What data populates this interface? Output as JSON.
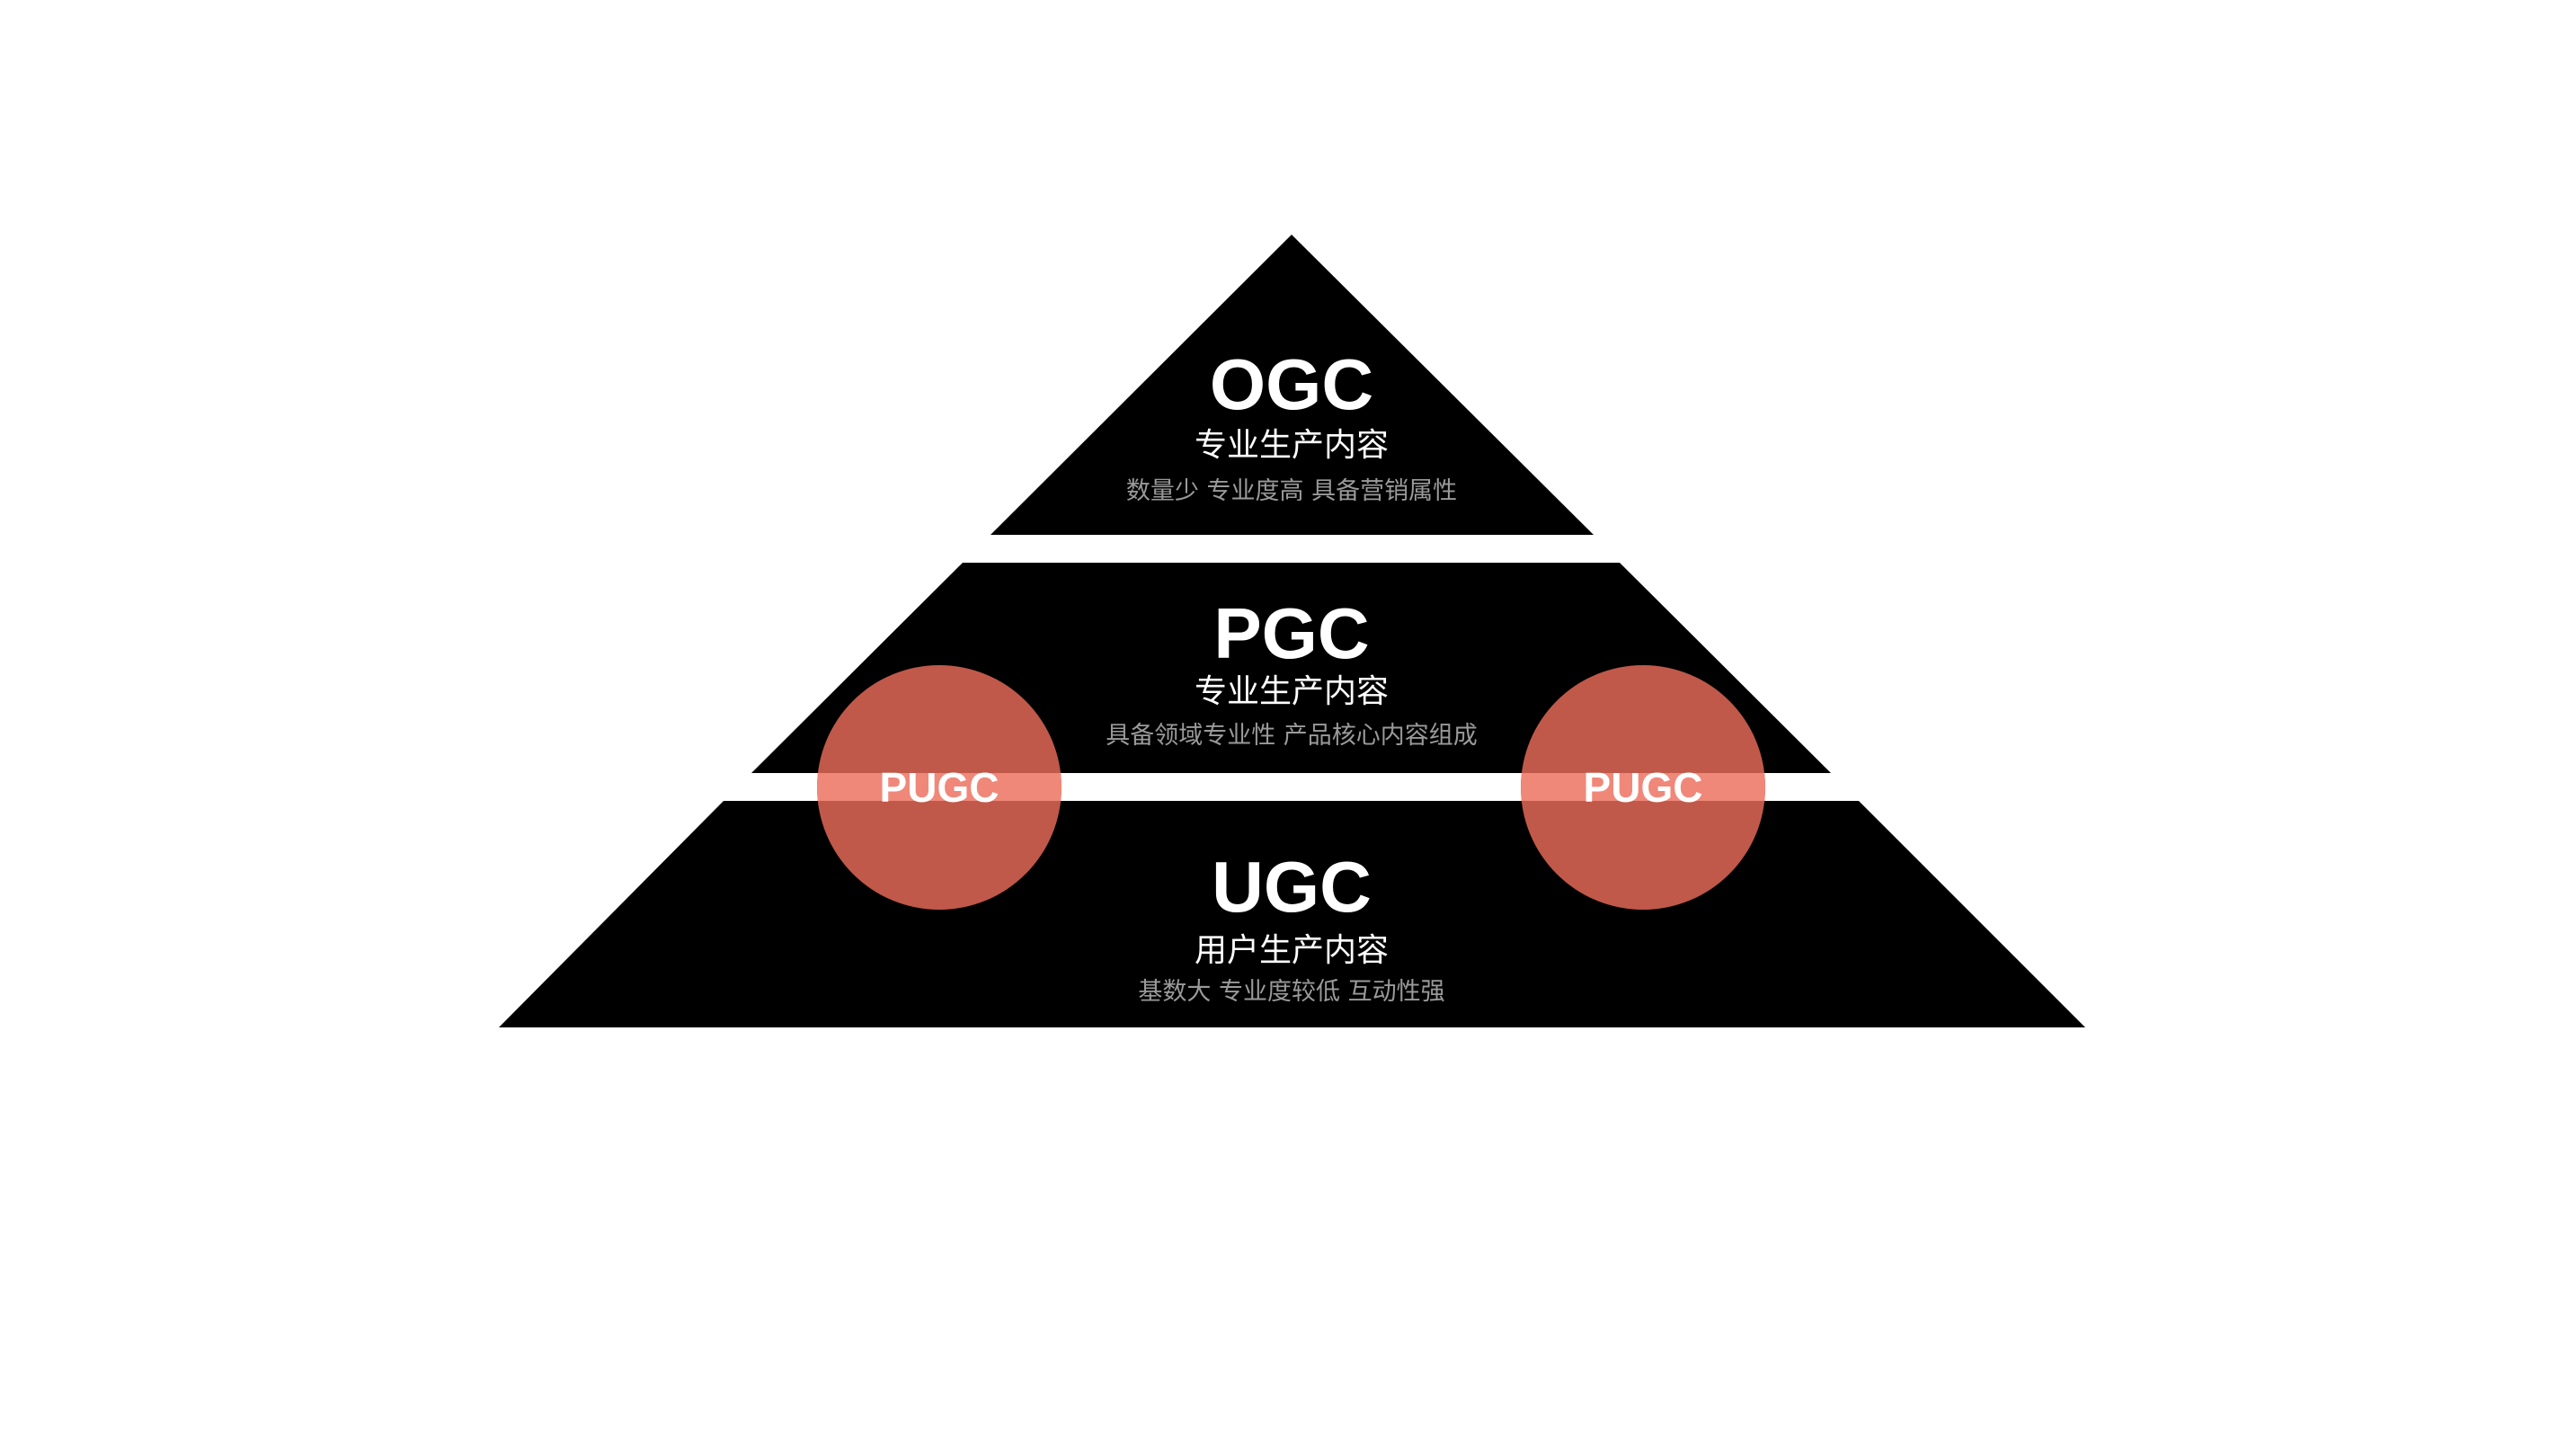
{
  "colors": {
    "tier": "#000000",
    "circle": "#c0594a",
    "circle_overlap": "#f0887a",
    "desc_text": "#9a9a9a"
  },
  "tiers": [
    {
      "title": "OGC",
      "subtitle": "专业生产内容",
      "description": "数量少 专业度高 具备营销属性"
    },
    {
      "title": "PGC",
      "subtitle": "专业生产内容",
      "description": "具备领域专业性 产品核心内容组成"
    },
    {
      "title": "UGC",
      "subtitle": "用户生产内容",
      "description": "基数大 专业度较低 互动性强"
    }
  ],
  "bridges": [
    {
      "label": "PUGC"
    },
    {
      "label": "PUGC"
    }
  ]
}
